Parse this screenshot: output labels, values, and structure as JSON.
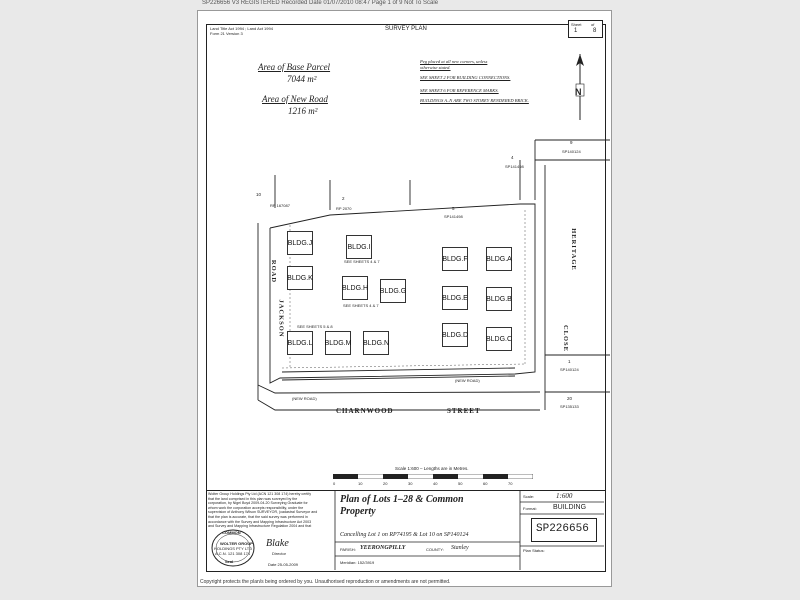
{
  "header": {
    "strip": "SP226656 V3 REGISTERED Recorded Date 01/07/2010 08:47 Page 1 of 9 Not To Scale"
  },
  "sheet_meta": {
    "top_left_1": "Land Title Act 1994 ; Land Act 1994",
    "top_left_2": "Form 21 Version 3",
    "title": "SURVEY PLAN",
    "sheet_label": "Sheet",
    "sheet_of": "of",
    "sheet_num": "1",
    "sheet_total": "8"
  },
  "areas": {
    "base_label": "Area of Base Parcel",
    "base_value": "7044 m²",
    "road_label": "Area of New Road",
    "road_value": "1216 m²"
  },
  "notes": {
    "line1": "Peg placed at all new corners, unless",
    "line2": "otherwise stated.",
    "line3": "SEE SHEET 2 FOR BUILDING CONNECTIONS.",
    "line4": "SEE SHEET 6 FOR REFERENCE MARKS.",
    "line5": "BUILDINGS A–N ARE TWO STOREY RENDERED BRICK."
  },
  "north": "N",
  "lots": {
    "l10": "10",
    "l10_rp": "RP 167087",
    "l2": "2",
    "l2_rp": "RP 2070",
    "l5": "5",
    "l5_sp": "SP141498",
    "l4": "4",
    "l4_sp": "SP141498",
    "l9": "9",
    "l9_sp": "SP140124",
    "l1": "1",
    "l1_sp": "SP140124",
    "l20": "20",
    "l20_sp": "SP135133"
  },
  "buildings": [
    "BLDG.J",
    "BLDG.I",
    "BLDG.F",
    "BLDG.A",
    "BLDG.K",
    "BLDG.H",
    "BLDG.G",
    "BLDG.E",
    "BLDG.B",
    "BLDG.L",
    "BLDG.M",
    "BLDG.N",
    "BLDG.D",
    "BLDG.C"
  ],
  "roads": {
    "jackson": "JACKSON",
    "road": "ROAD",
    "heritage": "HERITAGE",
    "close": "CLOSE",
    "charnwood": "CHARNWOOD",
    "street": "STREET",
    "new_road_1": "(NEW ROAD)",
    "new_road_2": "(NEW ROAD)"
  },
  "see_sheets": {
    "a": "SEE SHEETS 4 & 7",
    "b": "SEE SHEETS 5 & 8",
    "c": "SEE SHEETS 4 & 7"
  },
  "scale": {
    "text": "Scale 1:600 – Lengths are in Metres.",
    "ticks": [
      "0",
      "10",
      "20",
      "30",
      "40",
      "50",
      "60",
      "70"
    ]
  },
  "title_block": {
    "plan_title_1": "Plan of Lots 1–28 & Common",
    "plan_title_2": "Property",
    "cancelling": "Cancelling Lot 1 on RP74195 & Lot 10 on SP140124",
    "parish_label": "PARISH:",
    "parish": "YEERONGPILLY",
    "county_label": "COUNTY:",
    "county": "Stanley",
    "meridian": "Meridian: 152/3919",
    "scale_label": "Scale:",
    "scale_value": "1:600",
    "format_label": "Format:",
    "format_value": "BUILDING",
    "plan_number": "SP226656",
    "plan_status": "Plan Status:"
  },
  "company": {
    "name": "WOLTER GROUP",
    "name2": "HOLDINGS PTY LTD",
    "acn": "A.C.N. 121 308 174",
    "seal_top": "COMMON",
    "seal_bottom": "Seal",
    "signature": "Blake",
    "role": "Director",
    "date": "Date 25-05-2009",
    "cert_1": "Wolter Group Holdings Pty Ltd (ACN 121 308 174) hereby certify",
    "cert_2": "that the land comprised in this plan was surveyed by the",
    "cert_3": "corporation, by Nigel Boyd 2009-04-20 Surveying Graduate for",
    "cert_4": "whom work the corporation accepts responsibility, under the",
    "cert_5": "supervision of Anthony Wilson SURVEYOR, (cadastral Surveyor and",
    "cert_6": "that the plan is accurate, that the said survey was performed in",
    "cert_7": "accordance with the Survey and Mapping Infrastructure Act 2003",
    "cert_8": "and Survey and Mapping Infrastructure Regulation 2004 and that"
  },
  "footer": "Copyright protects the plan/s being ordered by you. Unauthorised reproduction or amendments are not permitted."
}
